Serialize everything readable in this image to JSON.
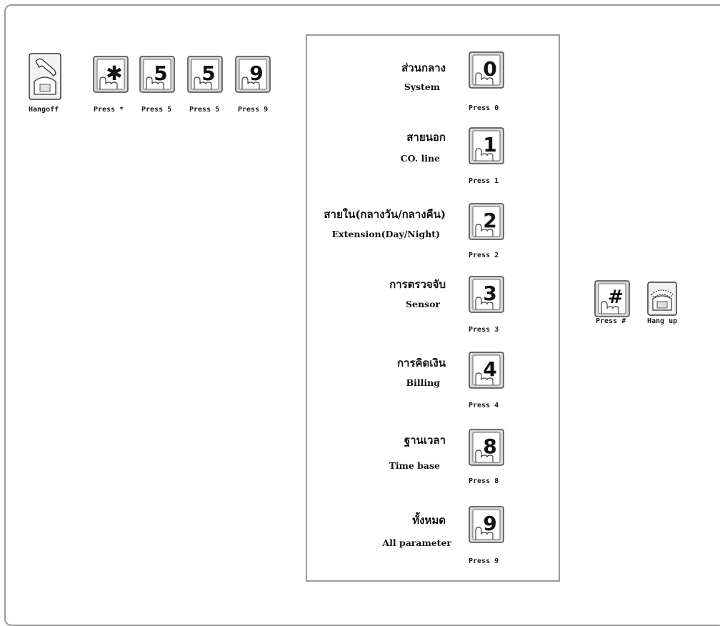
{
  "sequence": {
    "hangoff_caption": "Hangoff",
    "keys": [
      {
        "symbol": "✱",
        "caption": "Press *"
      },
      {
        "symbol": "5",
        "caption": "Press 5"
      },
      {
        "symbol": "5",
        "caption": "Press 5"
      },
      {
        "symbol": "9",
        "caption": "Press 9"
      }
    ]
  },
  "options": [
    {
      "label_th": "ส่วนกลาง",
      "label_en": "System",
      "key": "0",
      "caption": "Press 0"
    },
    {
      "label_th": "สายนอก",
      "label_en": "CO. line",
      "key": "1",
      "caption": "Press 1"
    },
    {
      "label_th": "สายใน(กลางวัน/กลางคืน)",
      "label_en": "Extension(Day/Night)",
      "key": "2",
      "caption": "Press 2"
    },
    {
      "label_th": "การตรวจจับ",
      "label_en": "Sensor",
      "key": "3",
      "caption": "Press 3"
    },
    {
      "label_th": "การคิดเงิน",
      "label_en": "Billing",
      "key": "4",
      "caption": "Press 4"
    },
    {
      "label_th": "ฐานเวลา",
      "label_en": "Time base",
      "key": "8",
      "caption": "Press 8"
    },
    {
      "label_th": "ทั้งหมด",
      "label_en": "All parameter",
      "key": "9",
      "caption": "Press 9"
    }
  ],
  "finish": {
    "hash_symbol": "#",
    "hash_caption": "Press #",
    "hangup_caption": "Hang up"
  }
}
